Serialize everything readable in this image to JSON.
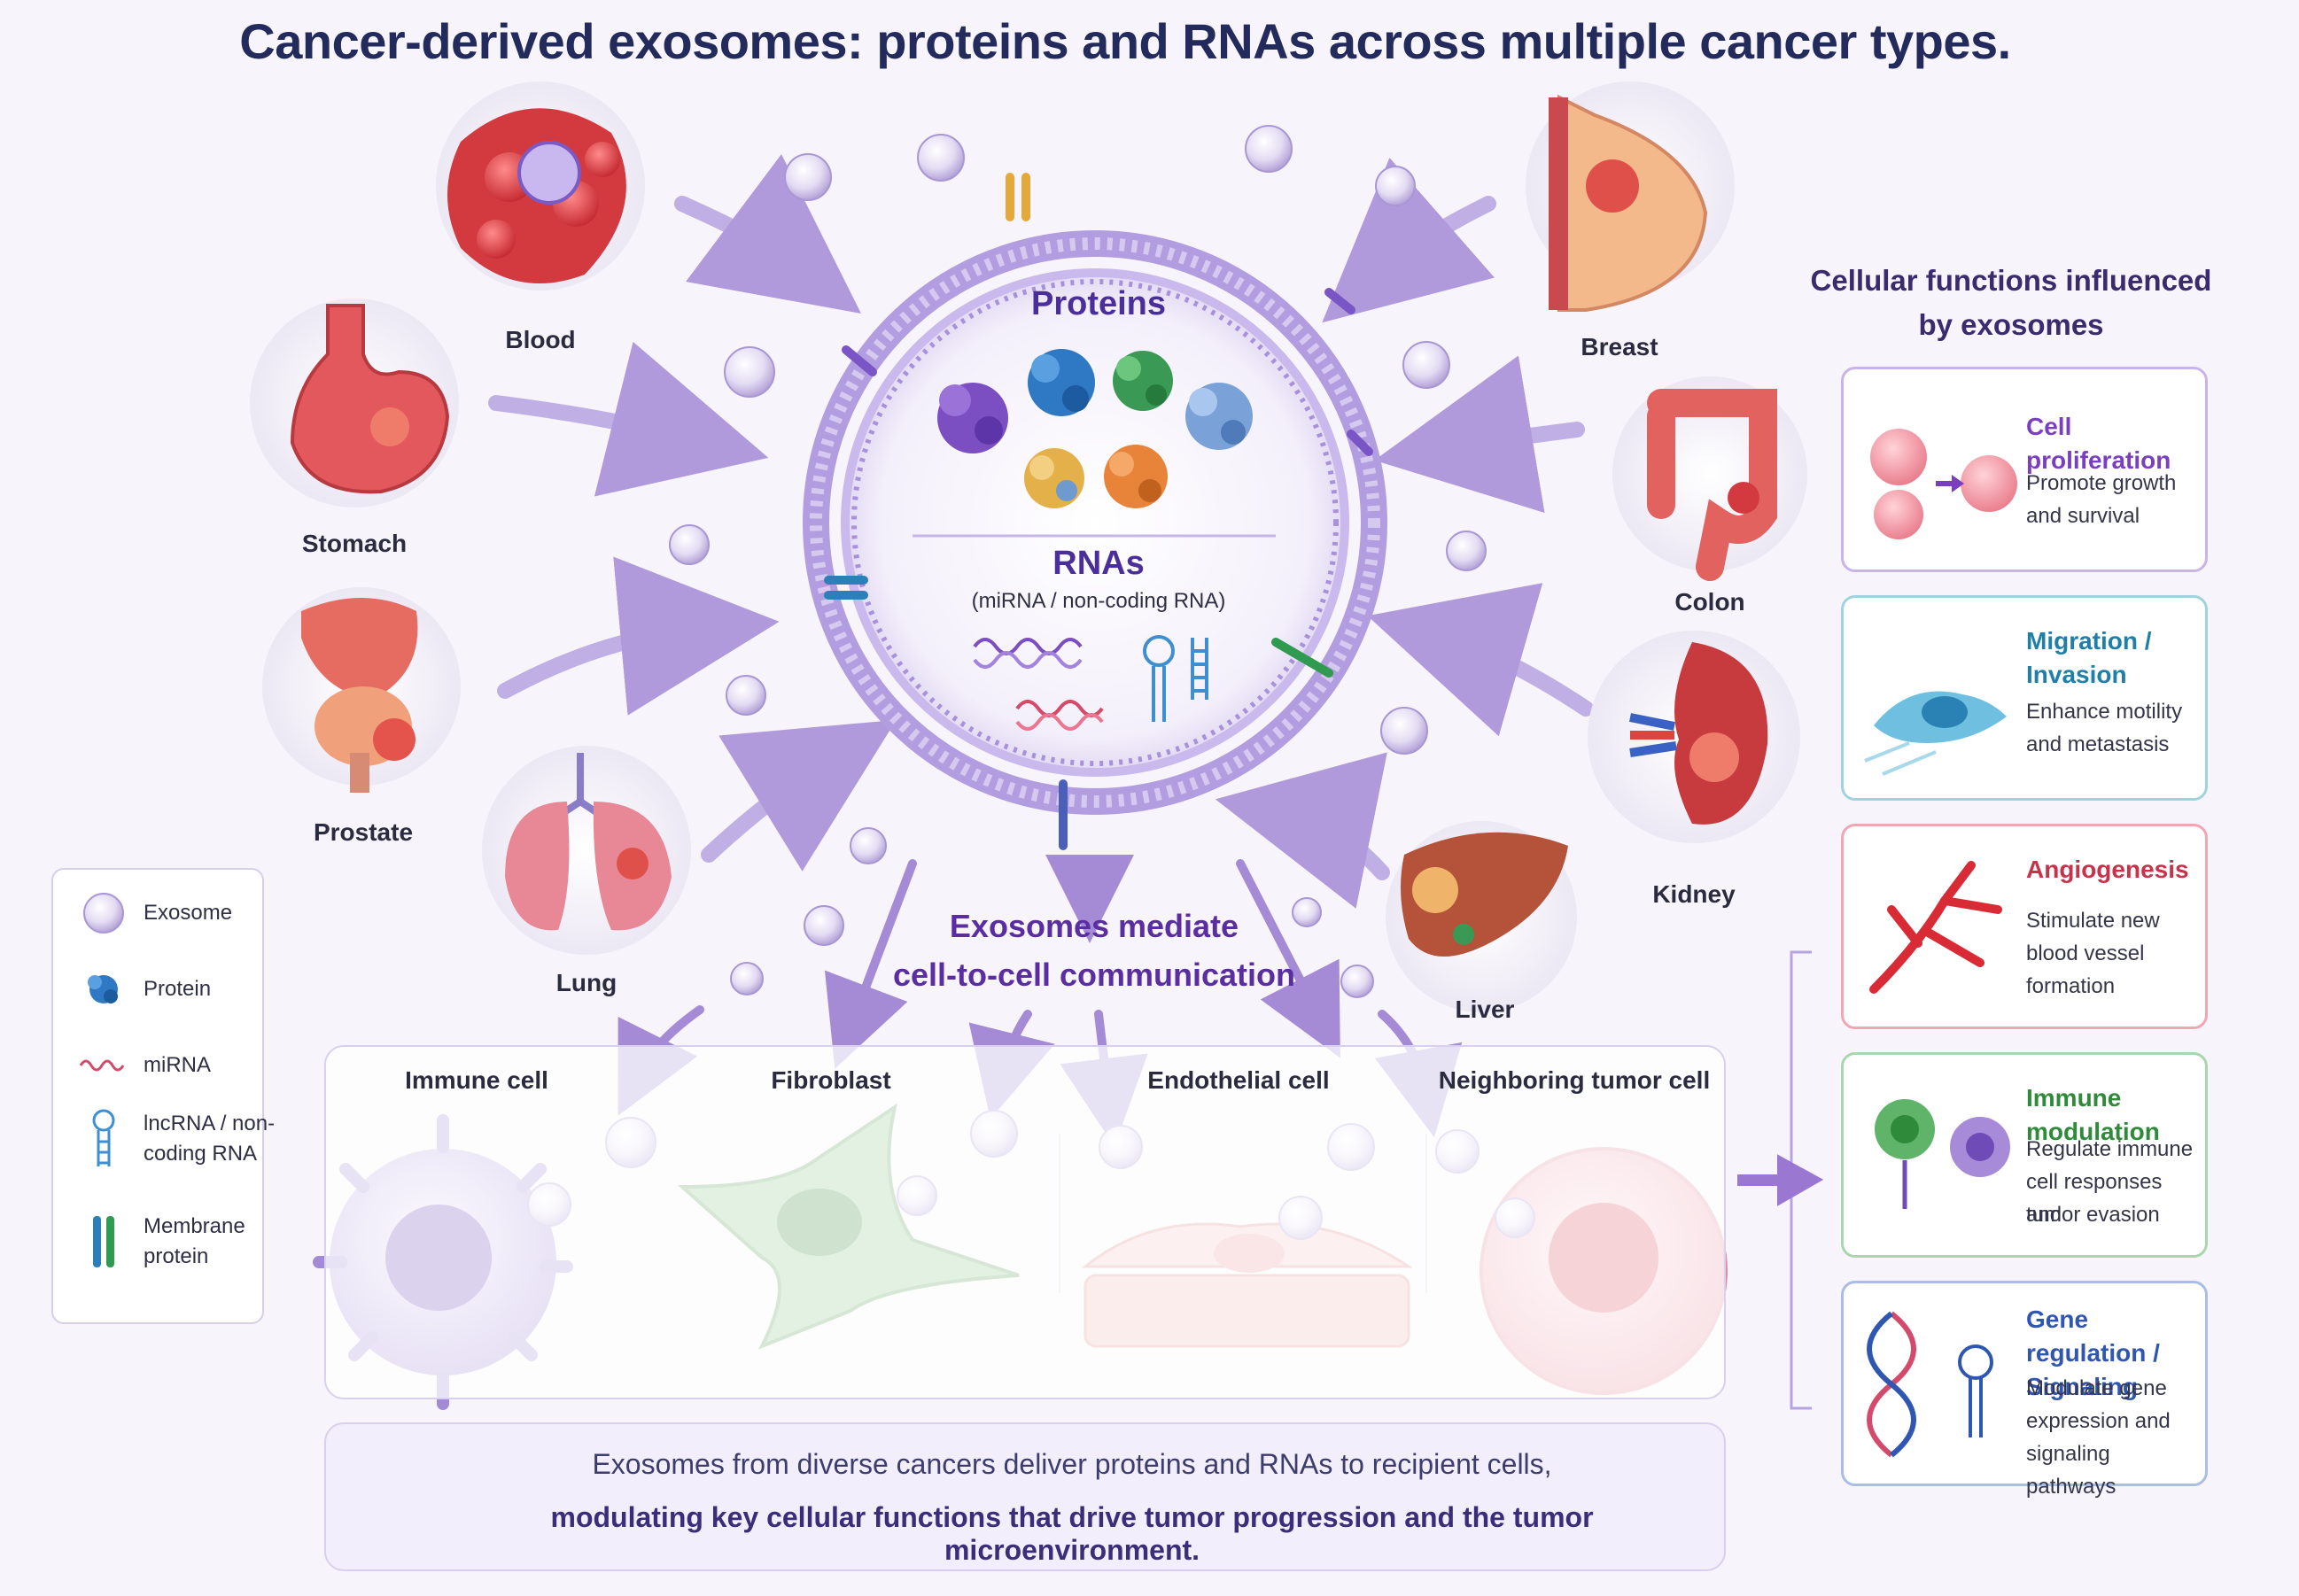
{
  "title": "Cancer-derived exosomes: proteins and RNAs across multiple cancer types.",
  "organs": {
    "blood": "Blood",
    "stomach": "Stomach",
    "prostate": "Prostate",
    "lung": "Lung",
    "breast": "Breast",
    "colon": "Colon",
    "kidney": "Kidney",
    "liver": "Liver"
  },
  "exosome": {
    "proteins_label": "Proteins",
    "rnas_label": "RNAs",
    "rnas_sub": "(miRNA / non-coding RNA)"
  },
  "mediate": {
    "line1": "Exosomes mediate",
    "line2": "cell-to-cell communication"
  },
  "legend": {
    "items": [
      {
        "label": "Exosome",
        "icon": "exosome-icon"
      },
      {
        "label": "Protein",
        "icon": "protein-icon"
      },
      {
        "label": "miRNA",
        "icon": "mirna-icon"
      },
      {
        "label": "lncRNA / non-coding RNA",
        "icon": "lncrna-icon"
      },
      {
        "label": "Membrane protein",
        "icon": "membrane-protein-icon"
      }
    ]
  },
  "recipient_cells": {
    "immune": "Immune cell",
    "fibroblast": "Fibroblast",
    "endothelial": "Endothelial cell",
    "tumor": "Neighboring tumor cell"
  },
  "summary": {
    "line1": "Exosomes from diverse cancers deliver proteins and RNAs to recipient cells,",
    "line2": "modulating key cellular functions that drive tumor progression and the tumor microenvironment."
  },
  "functions_panel": {
    "title_line1": "Cellular functions influenced",
    "title_line2": "by exosomes",
    "items": [
      {
        "title": "Cell proliferation",
        "desc1": "Promote growth",
        "desc2": "and survival",
        "desc3": "",
        "color": "#7a3fbf"
      },
      {
        "title": "Migration / Invasion",
        "desc1": "Enhance motility",
        "desc2": "and metastasis",
        "desc3": "",
        "color": "#1f7fa8"
      },
      {
        "title": "Angiogenesis",
        "desc1": "Stimulate new",
        "desc2": "blood vessel",
        "desc3": "formation",
        "color": "#c8324b"
      },
      {
        "title": "Immune modulation",
        "desc1": "Regulate immune",
        "desc2": "cell responses and",
        "desc3": "tumor evasion",
        "color": "#2f8a3a"
      },
      {
        "title": "Gene regulation / Signaling",
        "desc1": "Modulate gene",
        "desc2": "expression and",
        "desc3": "signaling pathways",
        "color": "#2f56b0"
      }
    ]
  }
}
